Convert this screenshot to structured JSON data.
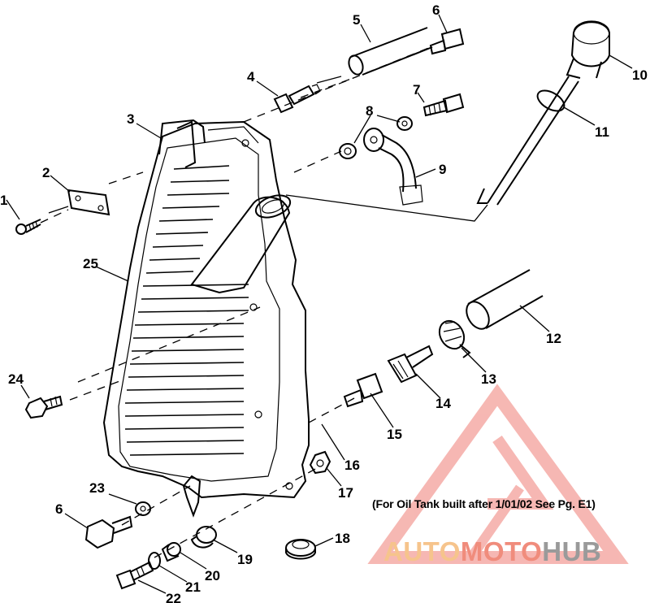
{
  "diagram": {
    "labels": [
      {
        "id": "l1",
        "text": "1"
      },
      {
        "id": "l2",
        "text": "2"
      },
      {
        "id": "l3",
        "text": "3"
      },
      {
        "id": "l4",
        "text": "4"
      },
      {
        "id": "l5",
        "text": "5"
      },
      {
        "id": "l6a",
        "text": "6"
      },
      {
        "id": "l6b",
        "text": "6"
      },
      {
        "id": "l7",
        "text": "7"
      },
      {
        "id": "l8",
        "text": "8"
      },
      {
        "id": "l9",
        "text": "9"
      },
      {
        "id": "l10",
        "text": "10"
      },
      {
        "id": "l11",
        "text": "11"
      },
      {
        "id": "l12",
        "text": "12"
      },
      {
        "id": "l13",
        "text": "13"
      },
      {
        "id": "l14",
        "text": "14"
      },
      {
        "id": "l15",
        "text": "15"
      },
      {
        "id": "l16",
        "text": "16"
      },
      {
        "id": "l17",
        "text": "17"
      },
      {
        "id": "l18",
        "text": "18"
      },
      {
        "id": "l19",
        "text": "19"
      },
      {
        "id": "l20",
        "text": "20"
      },
      {
        "id": "l21",
        "text": "21"
      },
      {
        "id": "l22",
        "text": "22"
      },
      {
        "id": "l23",
        "text": "23"
      },
      {
        "id": "l24",
        "text": "24"
      },
      {
        "id": "l25",
        "text": "25"
      }
    ],
    "note": "(For Oil Tank built after 1/01/02 See Pg. E1)"
  },
  "watermark": {
    "part1": "AUTO",
    "part2": "MOTO",
    "part3": "HUB",
    "color_light": "#f6c48c",
    "color_mid": "#f08c7c",
    "color_dark": "#9a9a9a"
  }
}
